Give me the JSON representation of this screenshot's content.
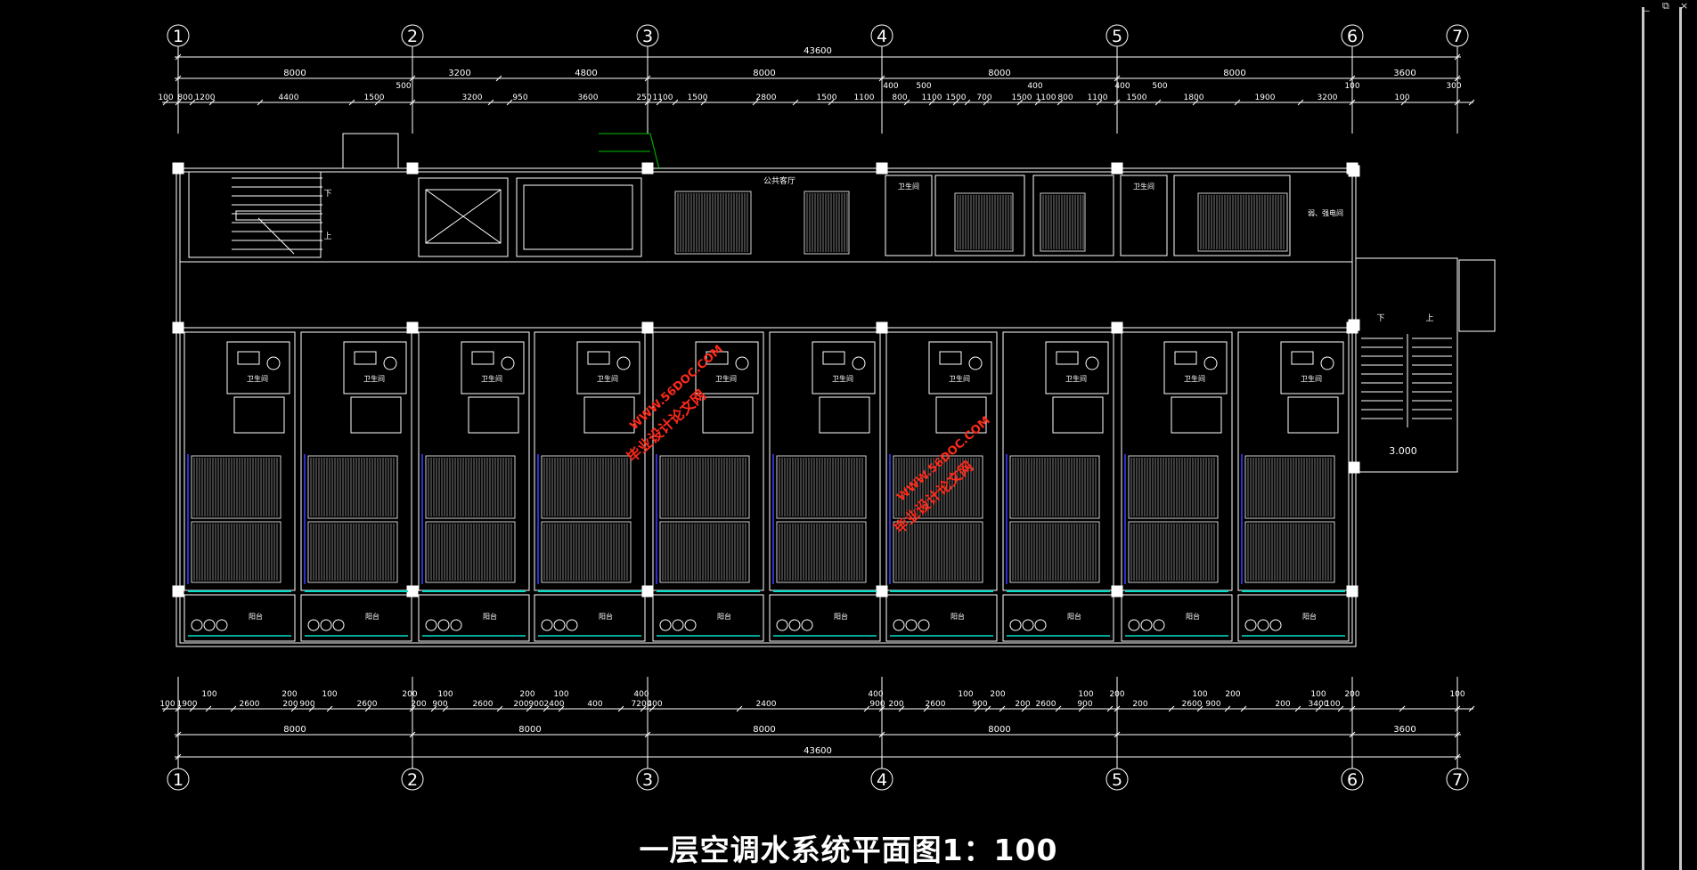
{
  "window_controls": {
    "minimize": "_",
    "restore": "⧉",
    "close": "×"
  },
  "axes": [
    "1",
    "2",
    "3",
    "4",
    "5",
    "6",
    "7"
  ],
  "dims": {
    "total_top": "43600",
    "top_row1": [
      "8000",
      "3200",
      "4800",
      "8000",
      "8000",
      "8000",
      "3600"
    ],
    "top_row1_small": [
      "500",
      "400",
      "500",
      "400",
      "400",
      "500",
      "100",
      "300"
    ],
    "top_row2": [
      "100",
      "800",
      "1200",
      "4400",
      "1500",
      "3200",
      "950",
      "3600",
      "250",
      "1100",
      "1500",
      "2800",
      "1500",
      "1100",
      "800",
      "1100",
      "1500",
      "700",
      "1500",
      "1100",
      "800",
      "1100",
      "1500",
      "1800",
      "1900",
      "3200",
      "100"
    ],
    "bottom_small": [
      "100",
      "200",
      "100",
      "200",
      "100",
      "200",
      "100",
      "400",
      "400",
      "100",
      "200",
      "100",
      "200",
      "100",
      "200",
      "100",
      "200",
      "100"
    ],
    "bottom_row": [
      "100",
      "1900",
      "2600",
      "200",
      "900",
      "2600",
      "200",
      "900",
      "2600",
      "200",
      "900",
      "2400",
      "400",
      "7200",
      "400",
      "2400",
      "900",
      "200",
      "2600",
      "900",
      "200",
      "2600",
      "900",
      "200",
      "2600",
      "900",
      "200",
      "3400",
      "100"
    ],
    "bottom_row2": [
      "8000",
      "8000",
      "8000",
      "8000",
      "3600"
    ],
    "total_bottom": "43600"
  },
  "rooms": {
    "hall": "公共客厅",
    "toilet": "卫生间",
    "elec": "弱、强电间",
    "balcony": "阳台",
    "up": "上",
    "down": "下",
    "level": "3.000"
  },
  "watermark": [
    "毕业设计论文网",
    "WWW.56DOC.COM"
  ],
  "title": "一层空调水系统平面图1：100",
  "colors": {
    "line": "#ffffff",
    "grille": "#cfcfcf",
    "blue": "#2f2fd0",
    "cyan": "#00e0c8",
    "green": "#00c000",
    "watermark": "#ff2a1a"
  }
}
